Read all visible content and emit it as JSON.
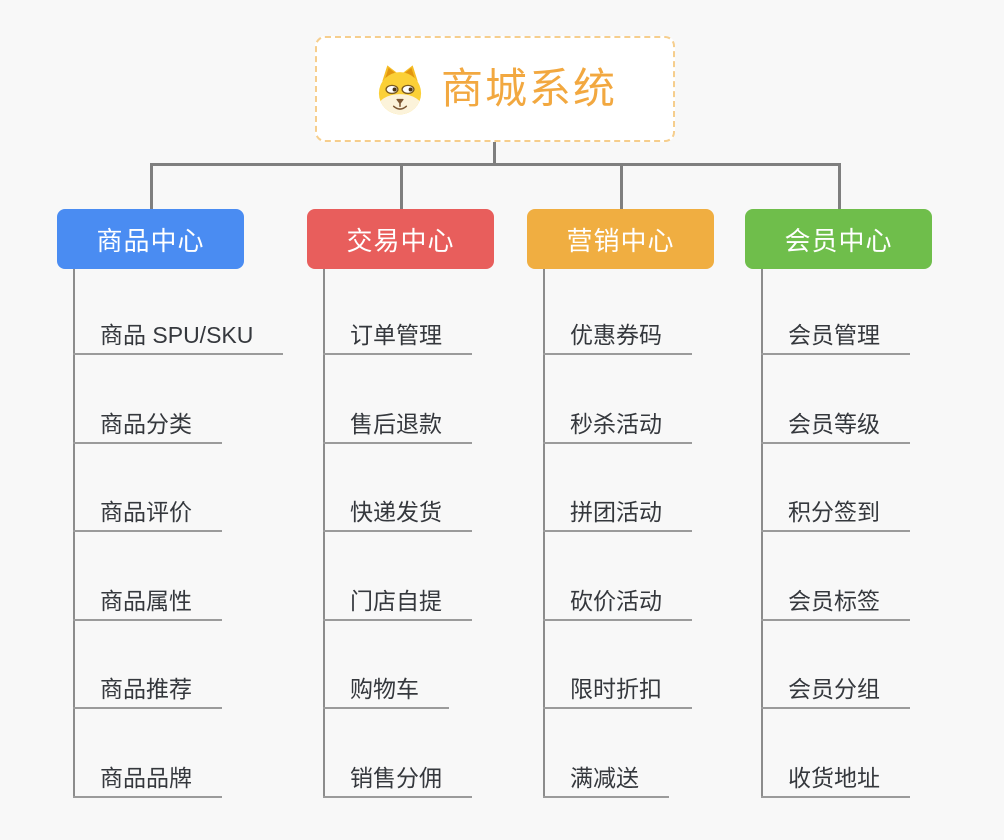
{
  "page": {
    "background_color": "#f8f8f8",
    "connector_color": "#7f7f7f"
  },
  "root": {
    "title": "商城系统",
    "icon": "dog-face-icon",
    "text_color": "#f2a840",
    "border_color": "#f6ce8d"
  },
  "branches": [
    {
      "label": "商品中心",
      "color": "#4a8cf2",
      "children": [
        "商品 SPU/SKU",
        "商品分类",
        "商品评价",
        "商品属性",
        "商品推荐",
        "商品品牌"
      ]
    },
    {
      "label": "交易中心",
      "color": "#e85e5c",
      "children": [
        "订单管理",
        "售后退款",
        "快递发货",
        "门店自提",
        "购物车",
        "销售分佣"
      ]
    },
    {
      "label": "营销中心",
      "color": "#f0ae41",
      "children": [
        "优惠券码",
        "秒杀活动",
        "拼团活动",
        "砍价活动",
        "限时折扣",
        "满减送"
      ]
    },
    {
      "label": "会员中心",
      "color": "#6fbe4b",
      "children": [
        "会员管理",
        "会员等级",
        "积分签到",
        "会员标签",
        "会员分组",
        "收货地址"
      ]
    }
  ]
}
